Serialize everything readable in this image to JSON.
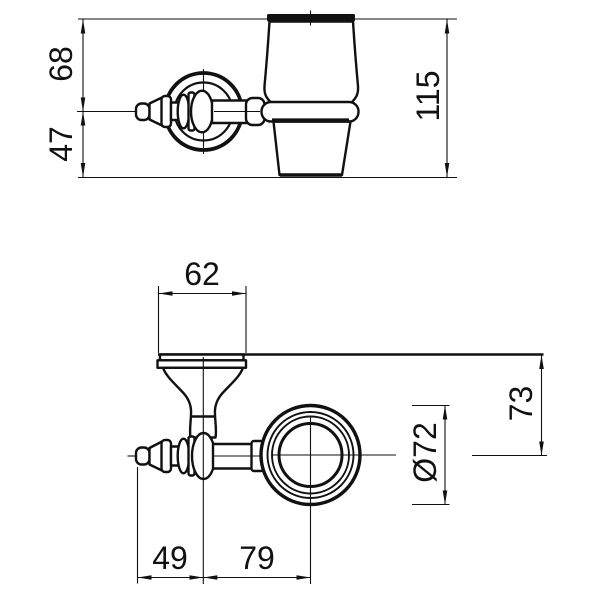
{
  "drawing": {
    "title": "wall-mounted tumbler holder technical drawing",
    "views": {
      "front_view": "elevation with glass tumbler in holder ring",
      "plan_view": "top view with wall plate, post and holder ring"
    },
    "units": "mm"
  },
  "dims": {
    "front_upper_height": "68",
    "front_lower_height": "47",
    "total_height": "115",
    "wall_plate_width": "62",
    "wall_to_ring_center": "73",
    "ring_outer_diameter": "Ø72",
    "finial_tip_to_post": "49",
    "post_to_ring_center": "79"
  },
  "colors": {
    "line": "#111111",
    "background": "#ffffff"
  }
}
